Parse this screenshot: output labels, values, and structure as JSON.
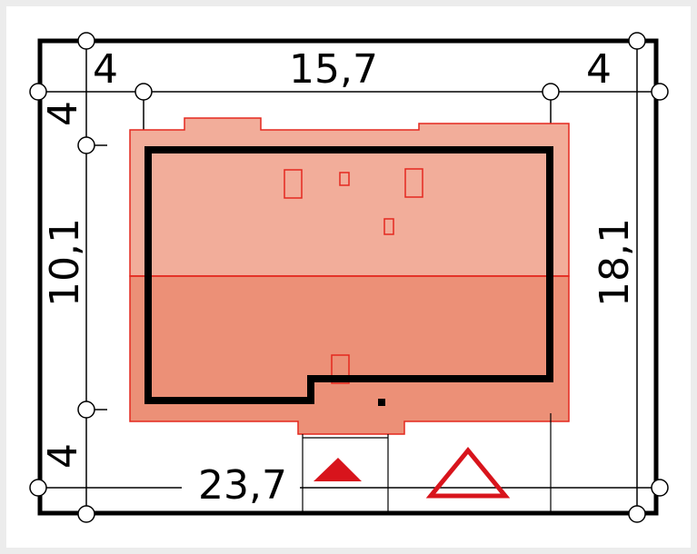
{
  "colors": {
    "page_bg": "#ececec",
    "panel_bg": "#ffffff",
    "plot_line": "#000000",
    "roof_light": "#f2ad9a",
    "roof_dark": "#ec9077",
    "roof_outline": "#e4281f",
    "accent_red": "#d8141c"
  },
  "dimensions": {
    "top_left": "4",
    "top_middle": "15,7",
    "top_right": "4",
    "left_top": "4",
    "left_middle": "10,1",
    "left_bottom": "4",
    "right_total": "18,1",
    "bottom_total": "23,7"
  },
  "markers": {
    "entrance_icon": "filled-triangle-icon",
    "garage_icon": "outline-triangle-icon"
  }
}
